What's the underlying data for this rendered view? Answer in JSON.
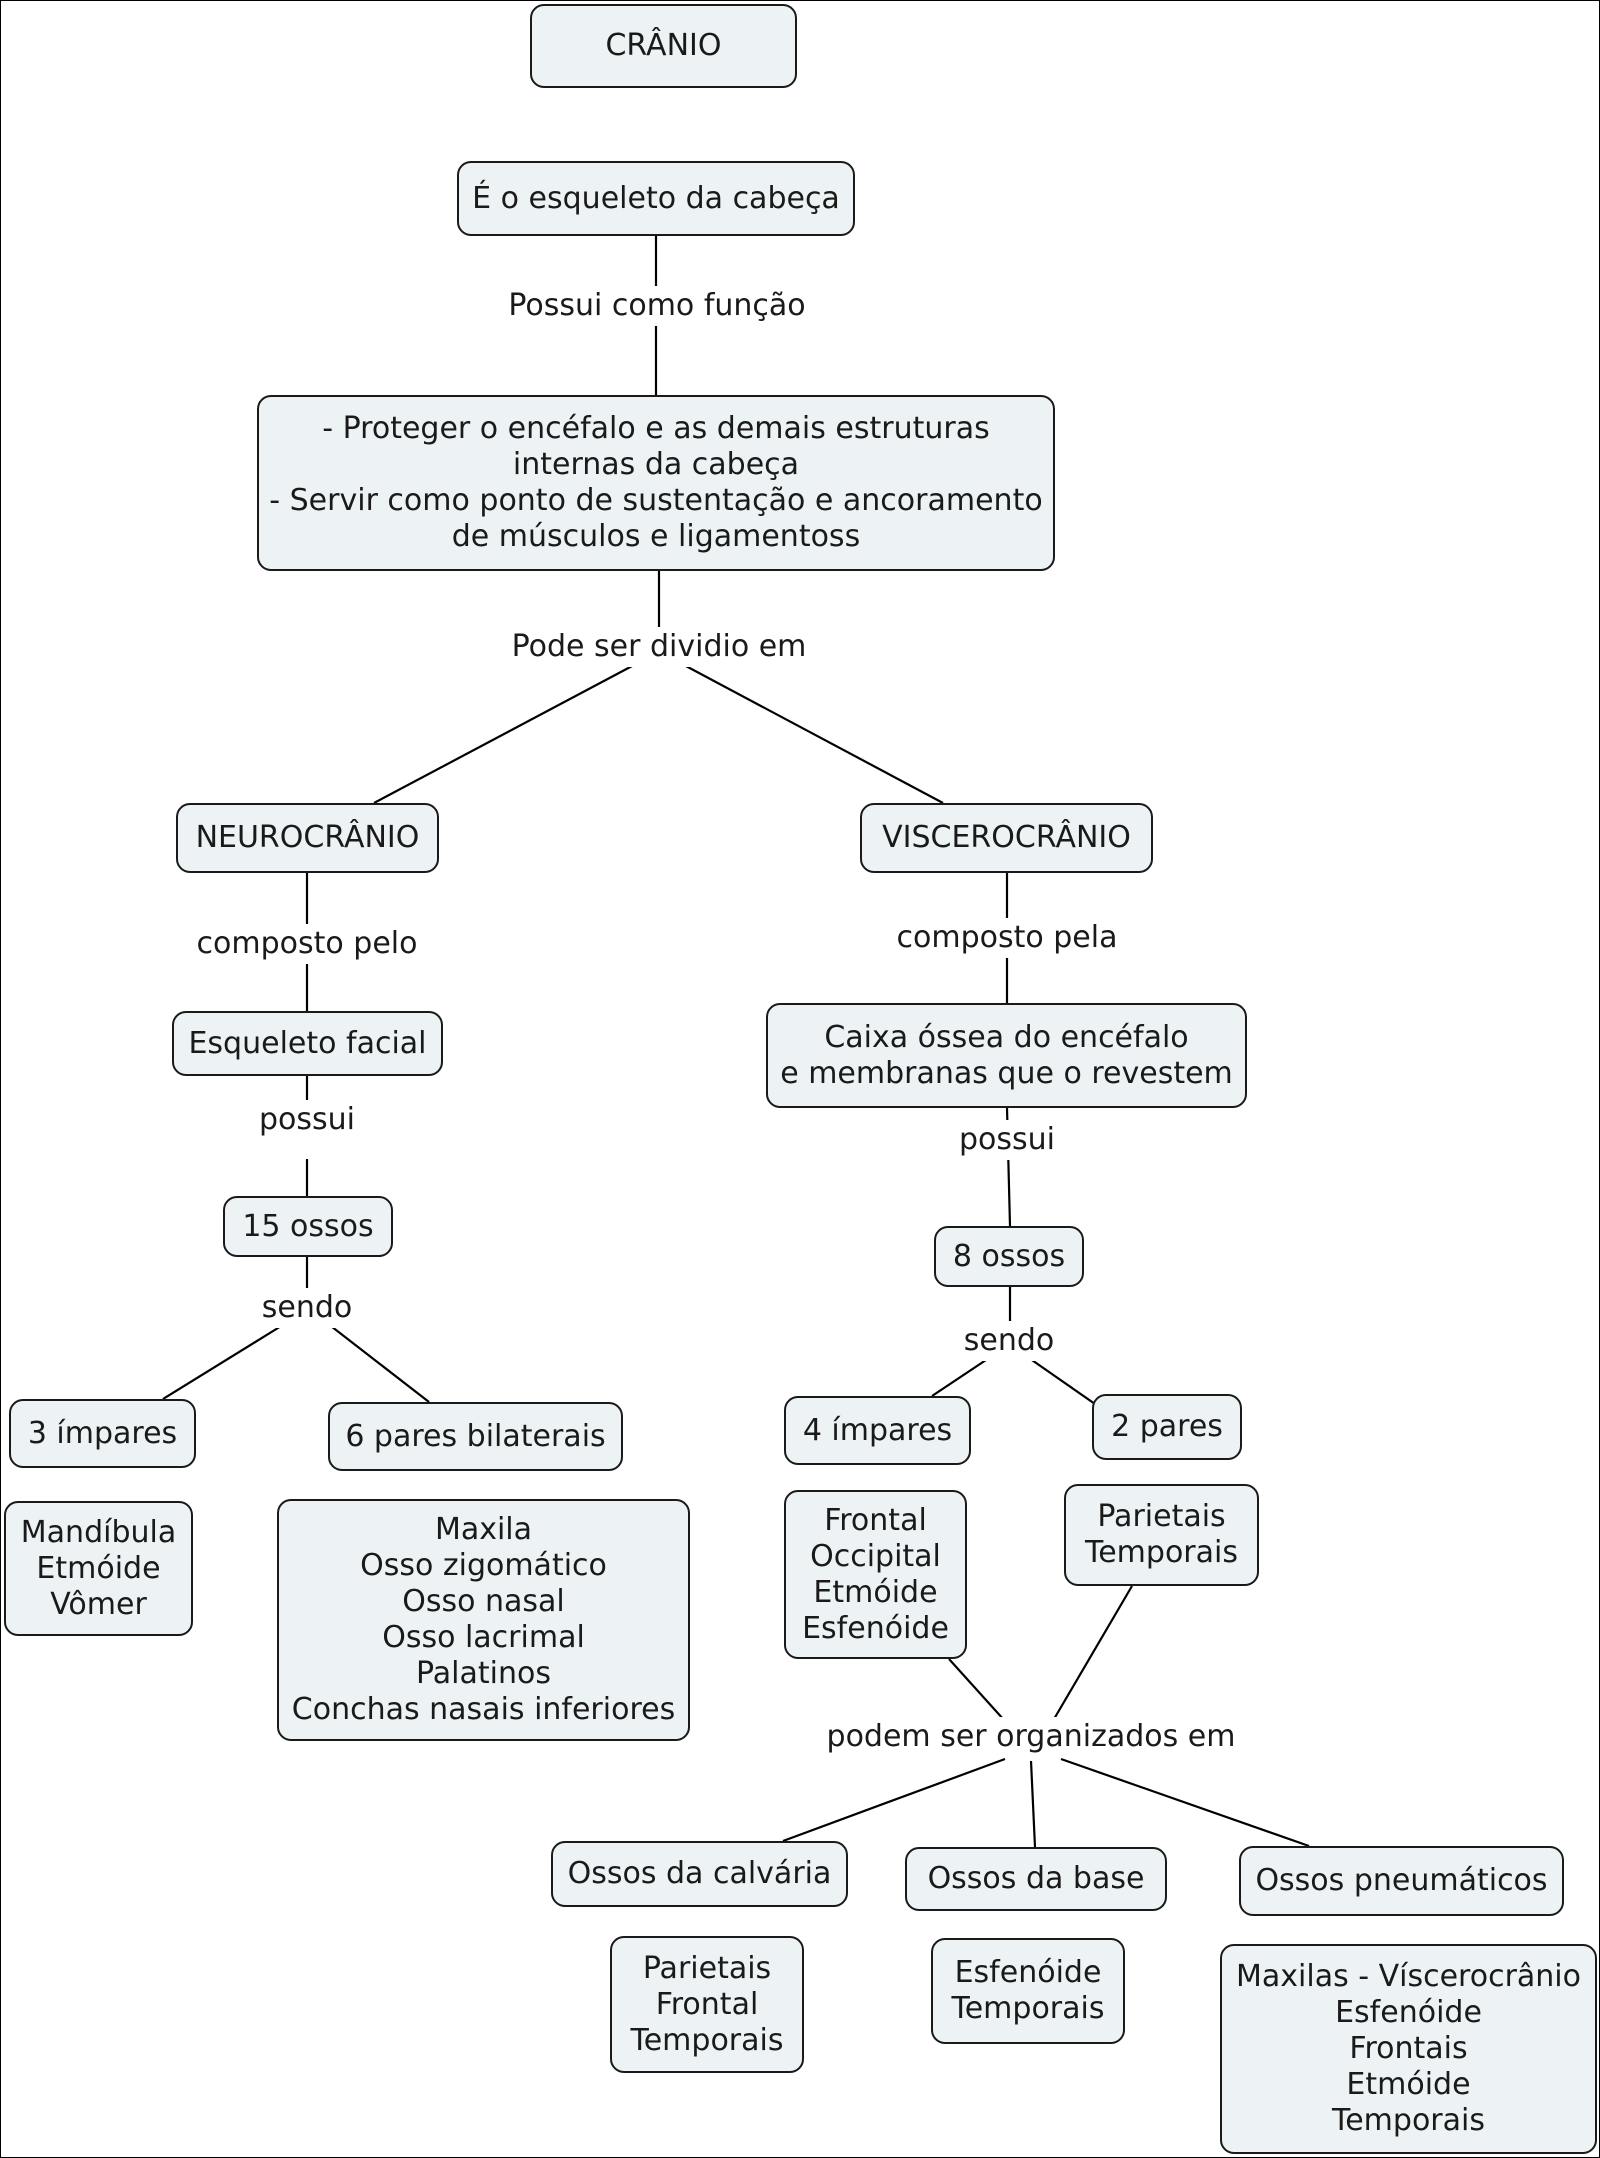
{
  "nodes": {
    "cranio": "CRÂNIO",
    "esqueleto_cabeca": "É o esqueleto da cabeça",
    "funcoes": "- Proteger o encéfalo e as demais estruturas\ninternas da cabeça\n- Servir como ponto de sustentação e ancoramento\nde músculos e ligamentoss",
    "neurocranio": "NEUROCRÂNIO",
    "viscerocranio": "VISCEROCRÂNIO",
    "esqueleto_facial": "Esqueleto facial",
    "caixa_ossea": "Caixa óssea do encéfalo\ne membranas que o revestem",
    "ossos_15": "15 ossos",
    "ossos_8": "8 ossos",
    "impares_3": "3 ímpares",
    "pares_6": "6 pares bilaterais",
    "impares_4": "4 ímpares",
    "pares_2": "2 pares",
    "lista_impares_3": "Mandíbula\nEtmóide\nVômer",
    "lista_pares_6": "Maxila\nOsso zigomático\nOsso nasal\nOsso lacrimal\nPalatinos\nConchas nasais inferiores",
    "lista_impares_4": "Frontal\nOccipital\nEtmóide\nEsfenóide",
    "lista_pares_2": "Parietais\nTemporais",
    "ossos_calvaria": "Ossos da calvária",
    "ossos_base": "Ossos da base",
    "ossos_pneumaticos": "Ossos pneumáticos",
    "lista_calvaria": "Parietais\nFrontal\nTemporais",
    "lista_base": "Esfenóide\nTemporais",
    "lista_pneumaticos": "Maxilas - Víscerocrânio\nEsfenóide\nFrontais\nEtmóide\nTemporais"
  },
  "links": {
    "possui_como_funcao": "Possui como função",
    "pode_ser_dividido": "Pode ser dividio em",
    "composto_pelo": "composto pelo",
    "composto_pela": "composto pela",
    "possui_left": "possui",
    "possui_right": "possui",
    "sendo_left": "sendo",
    "sendo_right": "sendo",
    "podem_ser_organizados": "podem ser organizados em"
  }
}
